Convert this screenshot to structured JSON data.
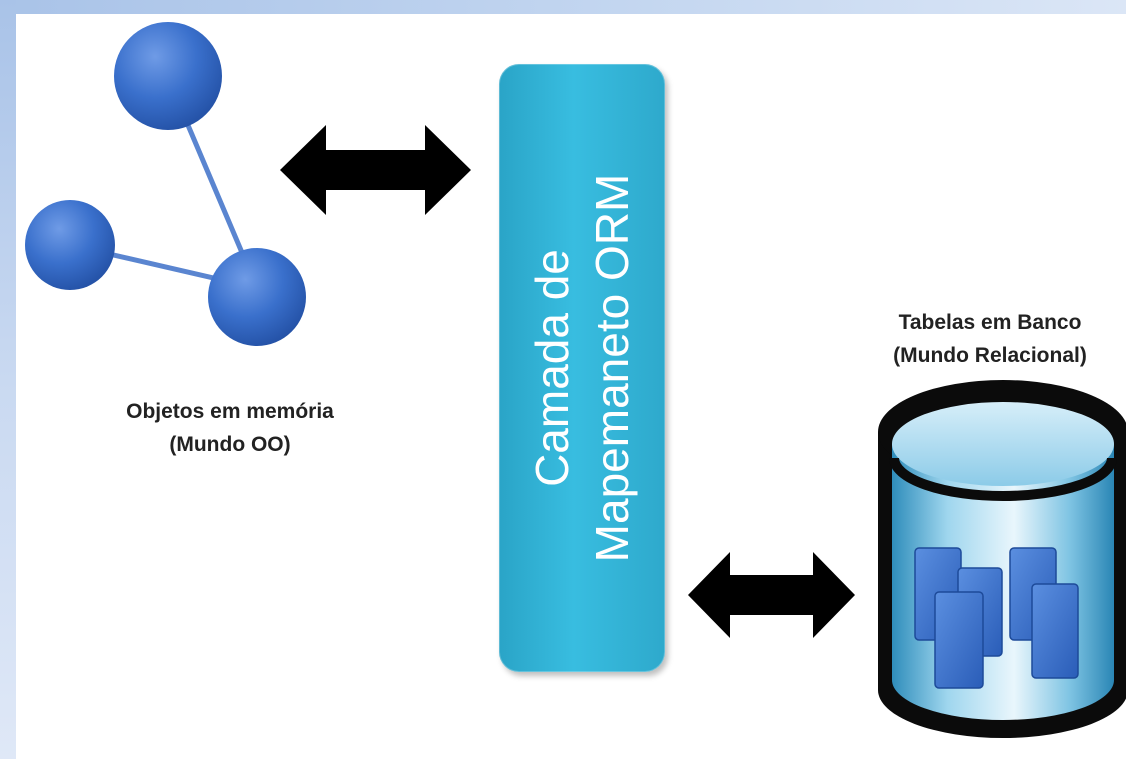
{
  "objects_label": {
    "line1": "Objetos em memória",
    "line2": "(Mundo OO)"
  },
  "orm_layer": {
    "line1": "Camada de",
    "line2": "Mapemaneto ORM"
  },
  "tables_label": {
    "line1": "Tabelas em Banco",
    "line2": "(Mundo Relacional)"
  },
  "colors": {
    "node_blue": "#2f66c2",
    "orm_cyan": "#38bde0",
    "arrow": "#000000",
    "frame": "#b7cdec"
  },
  "icons": {
    "object_graph": "object-graph-icon",
    "database": "database-icon"
  }
}
